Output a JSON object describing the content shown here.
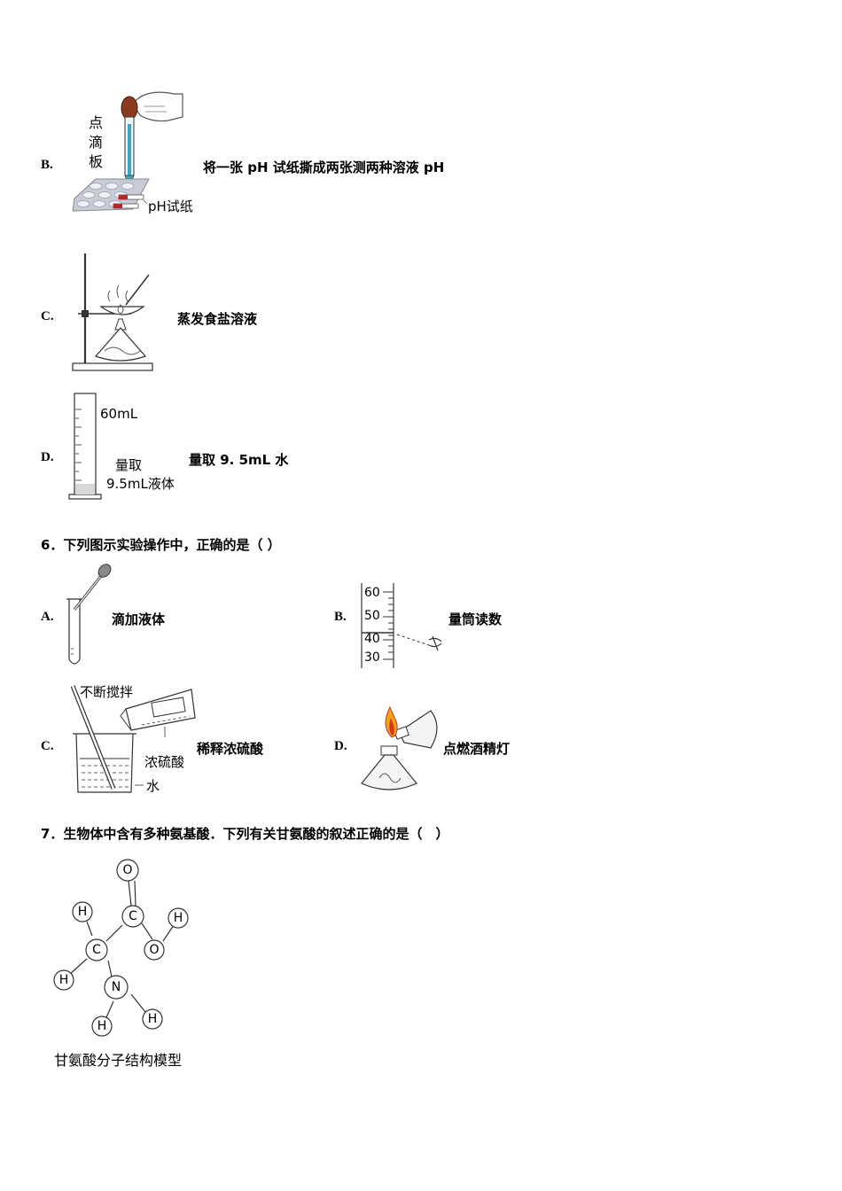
{
  "q5": {
    "B": {
      "letter": "B.",
      "caption": "将一张 pH 试纸撕成两张测两种溶液 pH",
      "label_plate": "点滴板",
      "label_paper": "pH试纸"
    },
    "C": {
      "letter": "C.",
      "caption": "蒸发食盐溶液"
    },
    "D": {
      "letter": "D.",
      "caption": "量取 9. 5mL 水",
      "label_60": "60mL",
      "label_a": "量取",
      "label_b": "9.5mL液体"
    }
  },
  "q6": {
    "title": "6．下列图示实验操作中，正确的是（ ）",
    "A": {
      "letter": "A.",
      "caption": "滴加液体"
    },
    "B": {
      "letter": "B.",
      "caption": "量筒读数",
      "ticks": [
        "60",
        "50",
        "40",
        "30"
      ]
    },
    "C": {
      "letter": "C.",
      "caption": "稀释浓硫酸",
      "label_stir": "不断搅拌",
      "label_acid": "浓硫酸",
      "label_water": "水"
    },
    "D": {
      "letter": "D.",
      "caption": "点燃酒精灯"
    }
  },
  "q7": {
    "title": "7．生物体中含有多种氨基酸．下列有关甘氨酸的叙述正确的是（　）",
    "model_caption": "甘氨酸分子结构模型",
    "atoms": {
      "o_top": "O",
      "c_upper": "C",
      "h_right": "H",
      "o_right": "O",
      "h_left_top": "H",
      "c_lower": "C",
      "h_left": "H",
      "n": "N",
      "h_bottom": "H",
      "h_nright": "H"
    }
  }
}
